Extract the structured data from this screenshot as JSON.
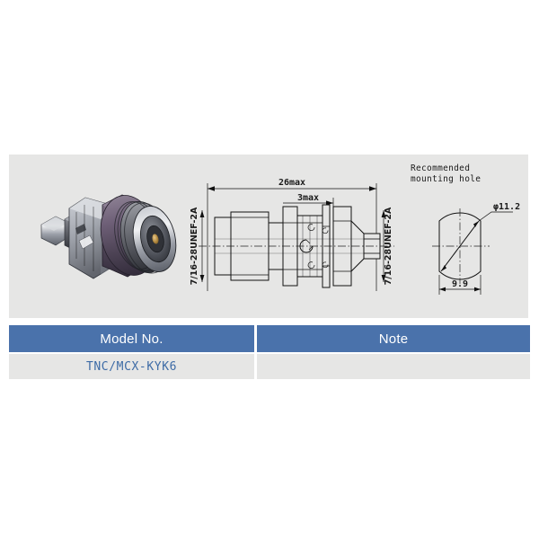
{
  "product_render": {
    "alt_name": "tnc-mcx-adapter-3d-render",
    "description": "3D rendering of TNC/MCX bulkhead adapter connector"
  },
  "drawing": {
    "dimensions": {
      "overall_length": "26max",
      "flange_thickness": "3max",
      "thread_left": "7/16-28UNEF-2A",
      "thread_right": "7/16-28UNEF-2A"
    },
    "mounting_hole": {
      "title_line1": "Recommended",
      "title_line2": "mounting hole",
      "diameter": "φ11.2",
      "across_flats": "9.9"
    }
  },
  "table": {
    "headers": {
      "model": "Model No.",
      "note": "Note"
    },
    "rows": [
      {
        "model": "TNC/MCX-KYK6",
        "note": ""
      }
    ]
  },
  "colors": {
    "header_blue": "#4a72ab",
    "panel_gray": "#e6e6e5",
    "model_text_blue": "#3d6ba6",
    "page_white": "#ffffff"
  }
}
